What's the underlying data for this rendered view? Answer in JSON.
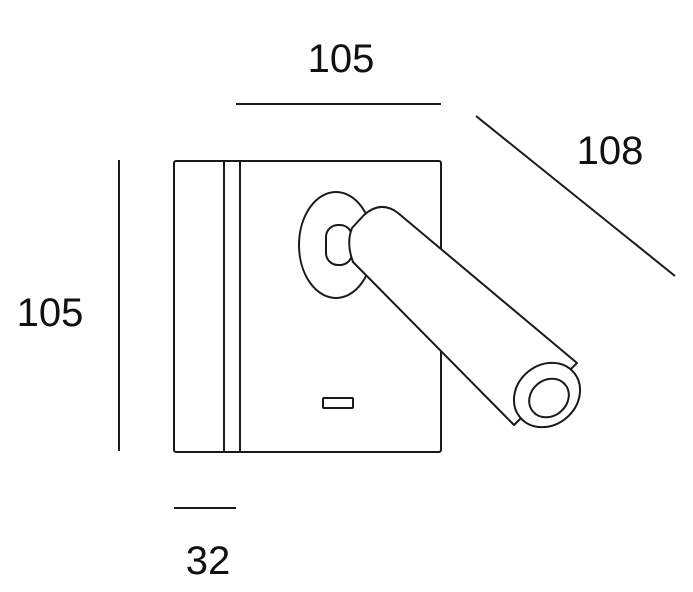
{
  "dimensions": {
    "top_width": "105",
    "diagonal_length": "108",
    "left_height": "105",
    "bottom_depth": "32"
  },
  "colors": {
    "line": "#1a1a1a",
    "text": "#111111",
    "background": "#ffffff"
  }
}
